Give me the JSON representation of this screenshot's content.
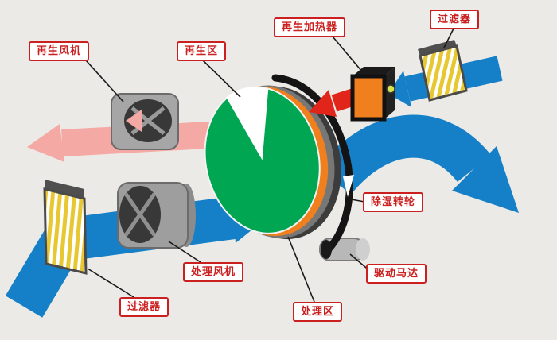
{
  "labels": {
    "regeneration_fan": "再生风机",
    "regeneration_zone": "再生区",
    "regeneration_heater": "再生加热器",
    "filter_top": "过滤器",
    "dehumidification_wheel": "除湿转轮",
    "drive_motor": "驱动马达",
    "processing_zone": "处理区",
    "processing_fan": "处理风机",
    "filter_bottom": "过滤器"
  },
  "colors": {
    "process_air_blue": "#1580c8",
    "wheel_green": "#00a651",
    "regeneration_pink": "#f4a9a4",
    "hot_air_red": "#e1251b",
    "heater_orange": "#f07f1e",
    "filter_yellow": "#e8c832",
    "label_red": "#cc2020",
    "background": "#eceae6"
  }
}
